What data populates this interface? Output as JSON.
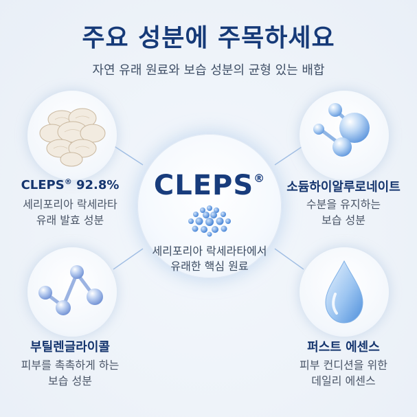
{
  "title": "주요 성분에 주목하세요",
  "subtitle": "자연 유래 원료와 보습 성분의 균형 있는 배합",
  "center": {
    "name": "CLEPS",
    "mark": "®",
    "desc_line1": "세리포리아 락세라타에서",
    "desc_line2": "유래한 핵심 원료"
  },
  "features": {
    "top_left": {
      "title": "CLEPS",
      "mark": "®",
      "title_rest": " 92.8%",
      "desc_line1": "세리포리아 락세라타",
      "desc_line2": "유래 발효 성분",
      "icon": "mushroom-icon"
    },
    "top_right": {
      "title": "소듐하이알루로네이트",
      "desc_line1": "수분을 유지하는",
      "desc_line2": "보습 성분",
      "icon": "molecule-icon"
    },
    "bottom_left": {
      "title": "부틸렌글라이콜",
      "desc_line1": "피부를 촉촉하게 하는",
      "desc_line2": "보습 성분",
      "icon": "molecule-chain-icon"
    },
    "bottom_right": {
      "title": "퍼스트 에센스",
      "desc_line1": "피부 컨디션을 위한",
      "desc_line2": "데일리 에센스",
      "icon": "water-drop-icon"
    }
  },
  "colors": {
    "title": "#163a78",
    "accent_blue": "#4a86d8",
    "text": "#3f4f66"
  }
}
